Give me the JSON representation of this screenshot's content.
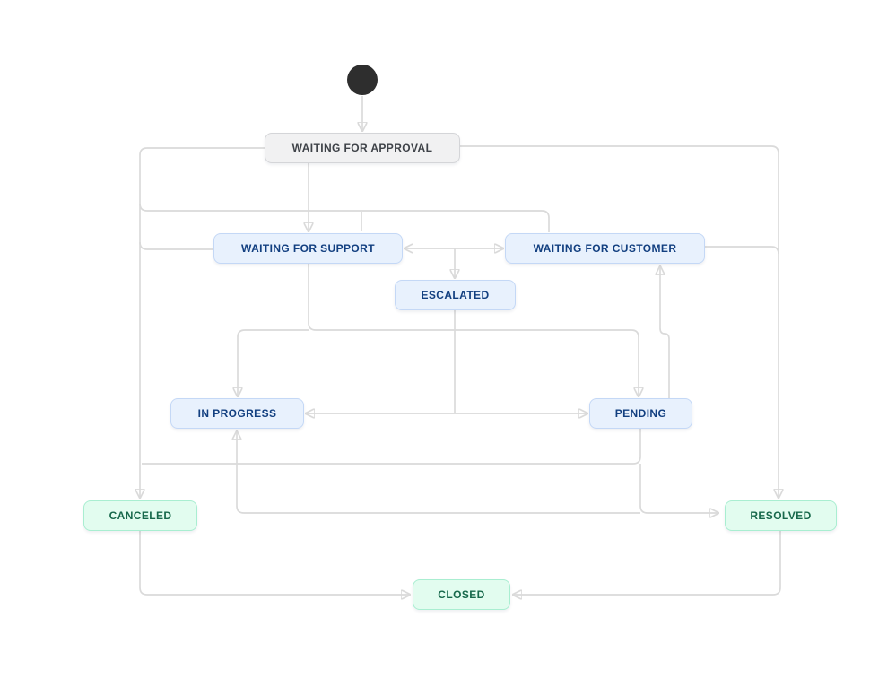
{
  "diagram": {
    "type": "workflow-state-diagram",
    "start_node": {
      "id": "start",
      "shape": "filled-circle"
    },
    "states": [
      {
        "id": "waiting-for-approval",
        "label": "WAITING FOR APPROVAL",
        "category": "todo"
      },
      {
        "id": "waiting-for-support",
        "label": "WAITING FOR SUPPORT",
        "category": "in-progress"
      },
      {
        "id": "waiting-for-customer",
        "label": "WAITING FOR CUSTOMER",
        "category": "in-progress"
      },
      {
        "id": "escalated",
        "label": "ESCALATED",
        "category": "in-progress"
      },
      {
        "id": "in-progress",
        "label": "IN PROGRESS",
        "category": "in-progress"
      },
      {
        "id": "pending",
        "label": "PENDING",
        "category": "in-progress"
      },
      {
        "id": "canceled",
        "label": "CANCELED",
        "category": "done"
      },
      {
        "id": "resolved",
        "label": "RESOLVED",
        "category": "done"
      },
      {
        "id": "closed",
        "label": "CLOSED",
        "category": "done"
      }
    ],
    "transitions": [
      {
        "from": "start",
        "to": "waiting-for-approval"
      },
      {
        "from": "waiting-for-approval",
        "to": "waiting-for-support"
      },
      {
        "from": "waiting-for-approval",
        "to": "waiting-for-customer"
      },
      {
        "from": "waiting-for-approval",
        "to": "canceled"
      },
      {
        "from": "waiting-for-support",
        "to": "waiting-for-customer"
      },
      {
        "from": "waiting-for-customer",
        "to": "waiting-for-support"
      },
      {
        "from": "waiting-for-support",
        "to": "escalated"
      },
      {
        "from": "waiting-for-customer",
        "to": "escalated"
      },
      {
        "from": "waiting-for-support",
        "to": "in-progress"
      },
      {
        "from": "waiting-for-support",
        "to": "pending"
      },
      {
        "from": "escalated",
        "to": "in-progress"
      },
      {
        "from": "escalated",
        "to": "pending"
      },
      {
        "from": "pending",
        "to": "in-progress"
      },
      {
        "from": "in-progress",
        "to": "pending"
      },
      {
        "from": "pending",
        "to": "waiting-for-customer"
      },
      {
        "from": "pending",
        "to": "canceled"
      },
      {
        "from": "pending",
        "to": "resolved"
      },
      {
        "from": "resolved",
        "to": "in-progress"
      },
      {
        "from": "waiting-for-customer",
        "to": "resolved"
      },
      {
        "from": "canceled",
        "to": "closed"
      },
      {
        "from": "resolved",
        "to": "closed"
      }
    ],
    "colors": {
      "todo_bg": "#f1f1f2",
      "todo_border": "#d4d5d8",
      "todo_text": "#3e4248",
      "in_progress_bg": "#e8f1fd",
      "in_progress_border": "#c4d8f6",
      "in_progress_text": "#123f80",
      "done_bg": "#e2fcef",
      "done_border": "#a9eed1",
      "done_text": "#17684b",
      "connector": "#dadada",
      "arrowhead": "#c3c6cb",
      "start_node": "#2e2e2e",
      "background": "#ffffff"
    }
  }
}
